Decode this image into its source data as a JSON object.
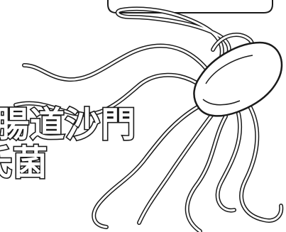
{
  "illustration": {
    "subject": "salmonella-bacterium",
    "line_color": "#1a1a1a",
    "fill_color": "#ffffff",
    "background_color": "#ffffff"
  },
  "title": {
    "line1": "腸道沙門",
    "line2": "氏菌"
  }
}
